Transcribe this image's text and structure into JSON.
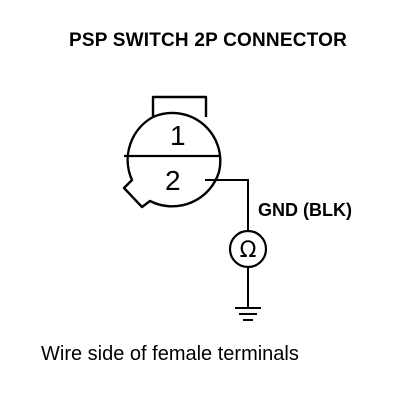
{
  "header": {
    "title": "PSP SWITCH 2P CONNECTOR"
  },
  "connector": {
    "terminals": [
      {
        "number": "1"
      },
      {
        "number": "2"
      }
    ]
  },
  "wire": {
    "label": "GND (BLK)"
  },
  "meter": {
    "symbol": "Ω"
  },
  "footer": {
    "caption": "Wire side of female terminals"
  }
}
